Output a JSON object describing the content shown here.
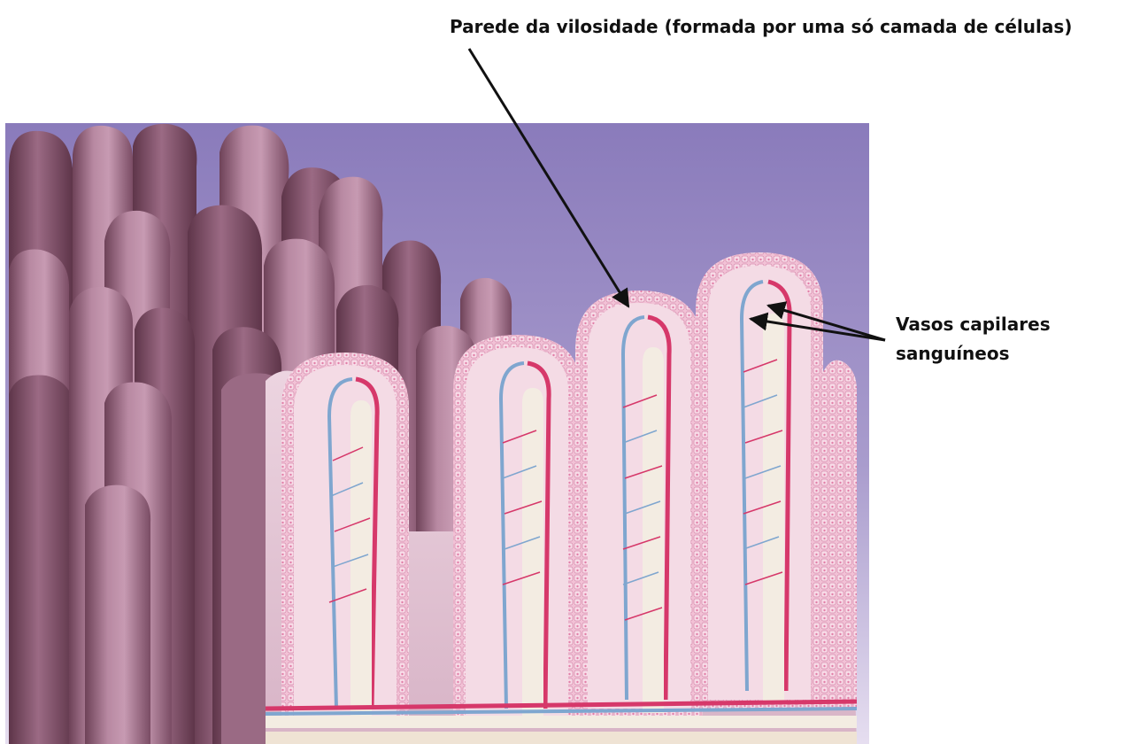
{
  "labels": {
    "villus_wall": "Parede da vilosidade (formada por uma só camada de células)",
    "capillaries_line1": "Vasos capilares",
    "capillaries_line2": "sanguíneos"
  },
  "colors": {
    "background_top": "#8e80bb",
    "background_bottom": "#e6def0",
    "villus_surface": "#b07c98",
    "villus_shadow": "#6e4258",
    "epithelium": "#f2c2d6",
    "epithelium_cell": "#f7d9e6",
    "lamina": "#f4dbe5",
    "artery": "#d6386a",
    "vein": "#7fa6cf",
    "lacteal": "#f3ece2",
    "arrow": "#111111"
  }
}
